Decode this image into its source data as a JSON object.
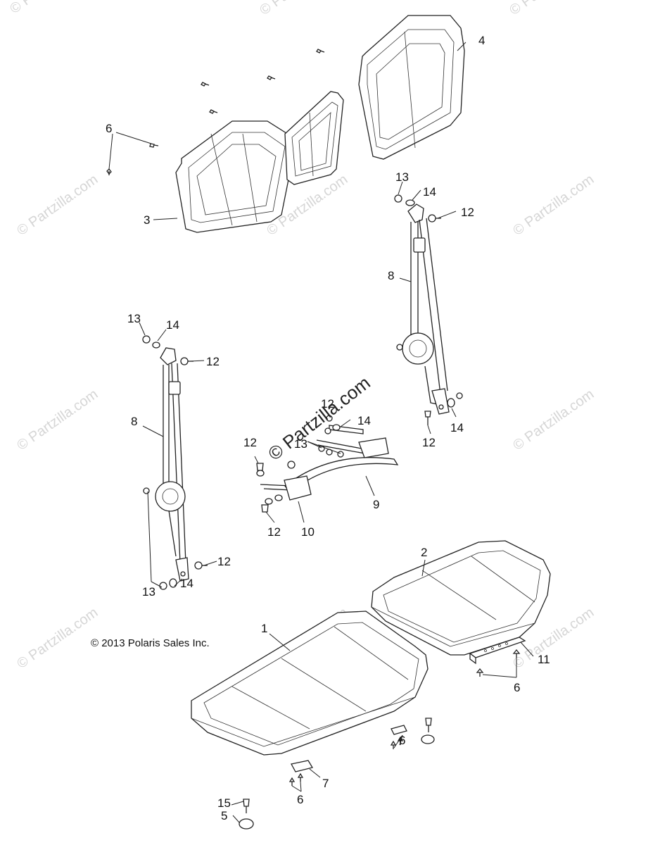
{
  "copyright": "© 2013 Polaris Sales Inc.",
  "watermark": "© Partzilla.com",
  "center_watermark": "© Partzilla.com",
  "callouts": {
    "c1": "1",
    "c2": "2",
    "c3": "3",
    "c4": "4",
    "c5": "5",
    "c6a": "6",
    "c6b": "6",
    "c6c": "6",
    "c6d": "6",
    "c7": "7",
    "c8a": "8",
    "c8b": "8",
    "c9": "9",
    "c10": "10",
    "c11": "11",
    "c12a": "12",
    "c12b": "12",
    "c12c": "12",
    "c12d": "12",
    "c12e": "12",
    "c12f": "12",
    "c12g": "12",
    "c13a": "13",
    "c13b": "13",
    "c13c": "13",
    "c13d": "13",
    "c14a": "14",
    "c14b": "14",
    "c14c": "14",
    "c14d": "14",
    "c14e": "14",
    "c15": "15"
  }
}
